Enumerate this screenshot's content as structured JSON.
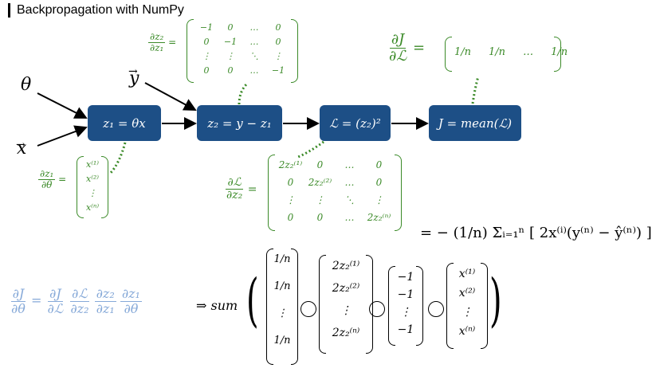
{
  "title": "Backpropagation with NumPy",
  "inputs": {
    "theta": "θ",
    "x": "x",
    "y": "y"
  },
  "nodes": {
    "z1": "z₁ = θx",
    "z2": "z₂ = y − z₁",
    "L": "ℒ = (z₂)²",
    "J": "J = mean(ℒ)"
  },
  "jacobians": {
    "dz2_dz1": {
      "num": "∂z₂",
      "den": "∂z₁",
      "rows": [
        [
          "−1",
          "0",
          "…",
          "0"
        ],
        [
          "0",
          "−1",
          "…",
          "0"
        ],
        [
          "⋮",
          "⋮",
          "⋱",
          "⋮"
        ],
        [
          "0",
          "0",
          "…",
          "−1"
        ]
      ]
    },
    "dJ_dL": {
      "num": "∂J",
      "den": "∂ℒ",
      "entries": [
        "1/n",
        "1/n",
        "…",
        "1/n"
      ]
    },
    "dz1_dtheta": {
      "num": "∂z₁",
      "den": "∂θ",
      "entries": [
        "x⁽¹⁾",
        "x⁽²⁾",
        "⋮",
        "x⁽ⁿ⁾"
      ]
    },
    "dL_dz2": {
      "num": "∂ℒ",
      "den": "∂z₂",
      "rows": [
        [
          "2z₂⁽¹⁾",
          "0",
          "…",
          "0"
        ],
        [
          "0",
          "2z₂⁽²⁾",
          "…",
          "0"
        ],
        [
          "⋮",
          "⋮",
          "⋱",
          "⋮"
        ],
        [
          "0",
          "0",
          "…",
          "2z₂⁽ⁿ⁾"
        ]
      ]
    }
  },
  "result": "= − (1/n) Σᵢ₌₁ⁿ [ 2x⁽ⁱ⁾(y⁽ⁿ⁾ − ŷ⁽ⁿ⁾) ]",
  "chain_rule": {
    "lhs_num": "∂J",
    "lhs_den": "∂θ",
    "terms": [
      {
        "num": "∂J",
        "den": "∂ℒ"
      },
      {
        "num": "∂ℒ",
        "den": "∂z₂"
      },
      {
        "num": "∂z₂",
        "den": "∂z₁"
      },
      {
        "num": "∂z₁",
        "den": "∂θ"
      }
    ],
    "sum_label": "⇒ sum",
    "vec_a": [
      "1/n",
      "1/n",
      "⋮",
      "1/n"
    ],
    "vec_b": [
      "2z₂⁽¹⁾",
      "2z₂⁽²⁾",
      "⋮",
      "2z₂⁽ⁿ⁾"
    ],
    "vec_c": [
      "−1",
      "−1",
      "⋮",
      "−1"
    ],
    "vec_d": [
      "x⁽¹⁾",
      "x⁽²⁾",
      "⋮",
      "x⁽ⁿ⁾"
    ]
  }
}
